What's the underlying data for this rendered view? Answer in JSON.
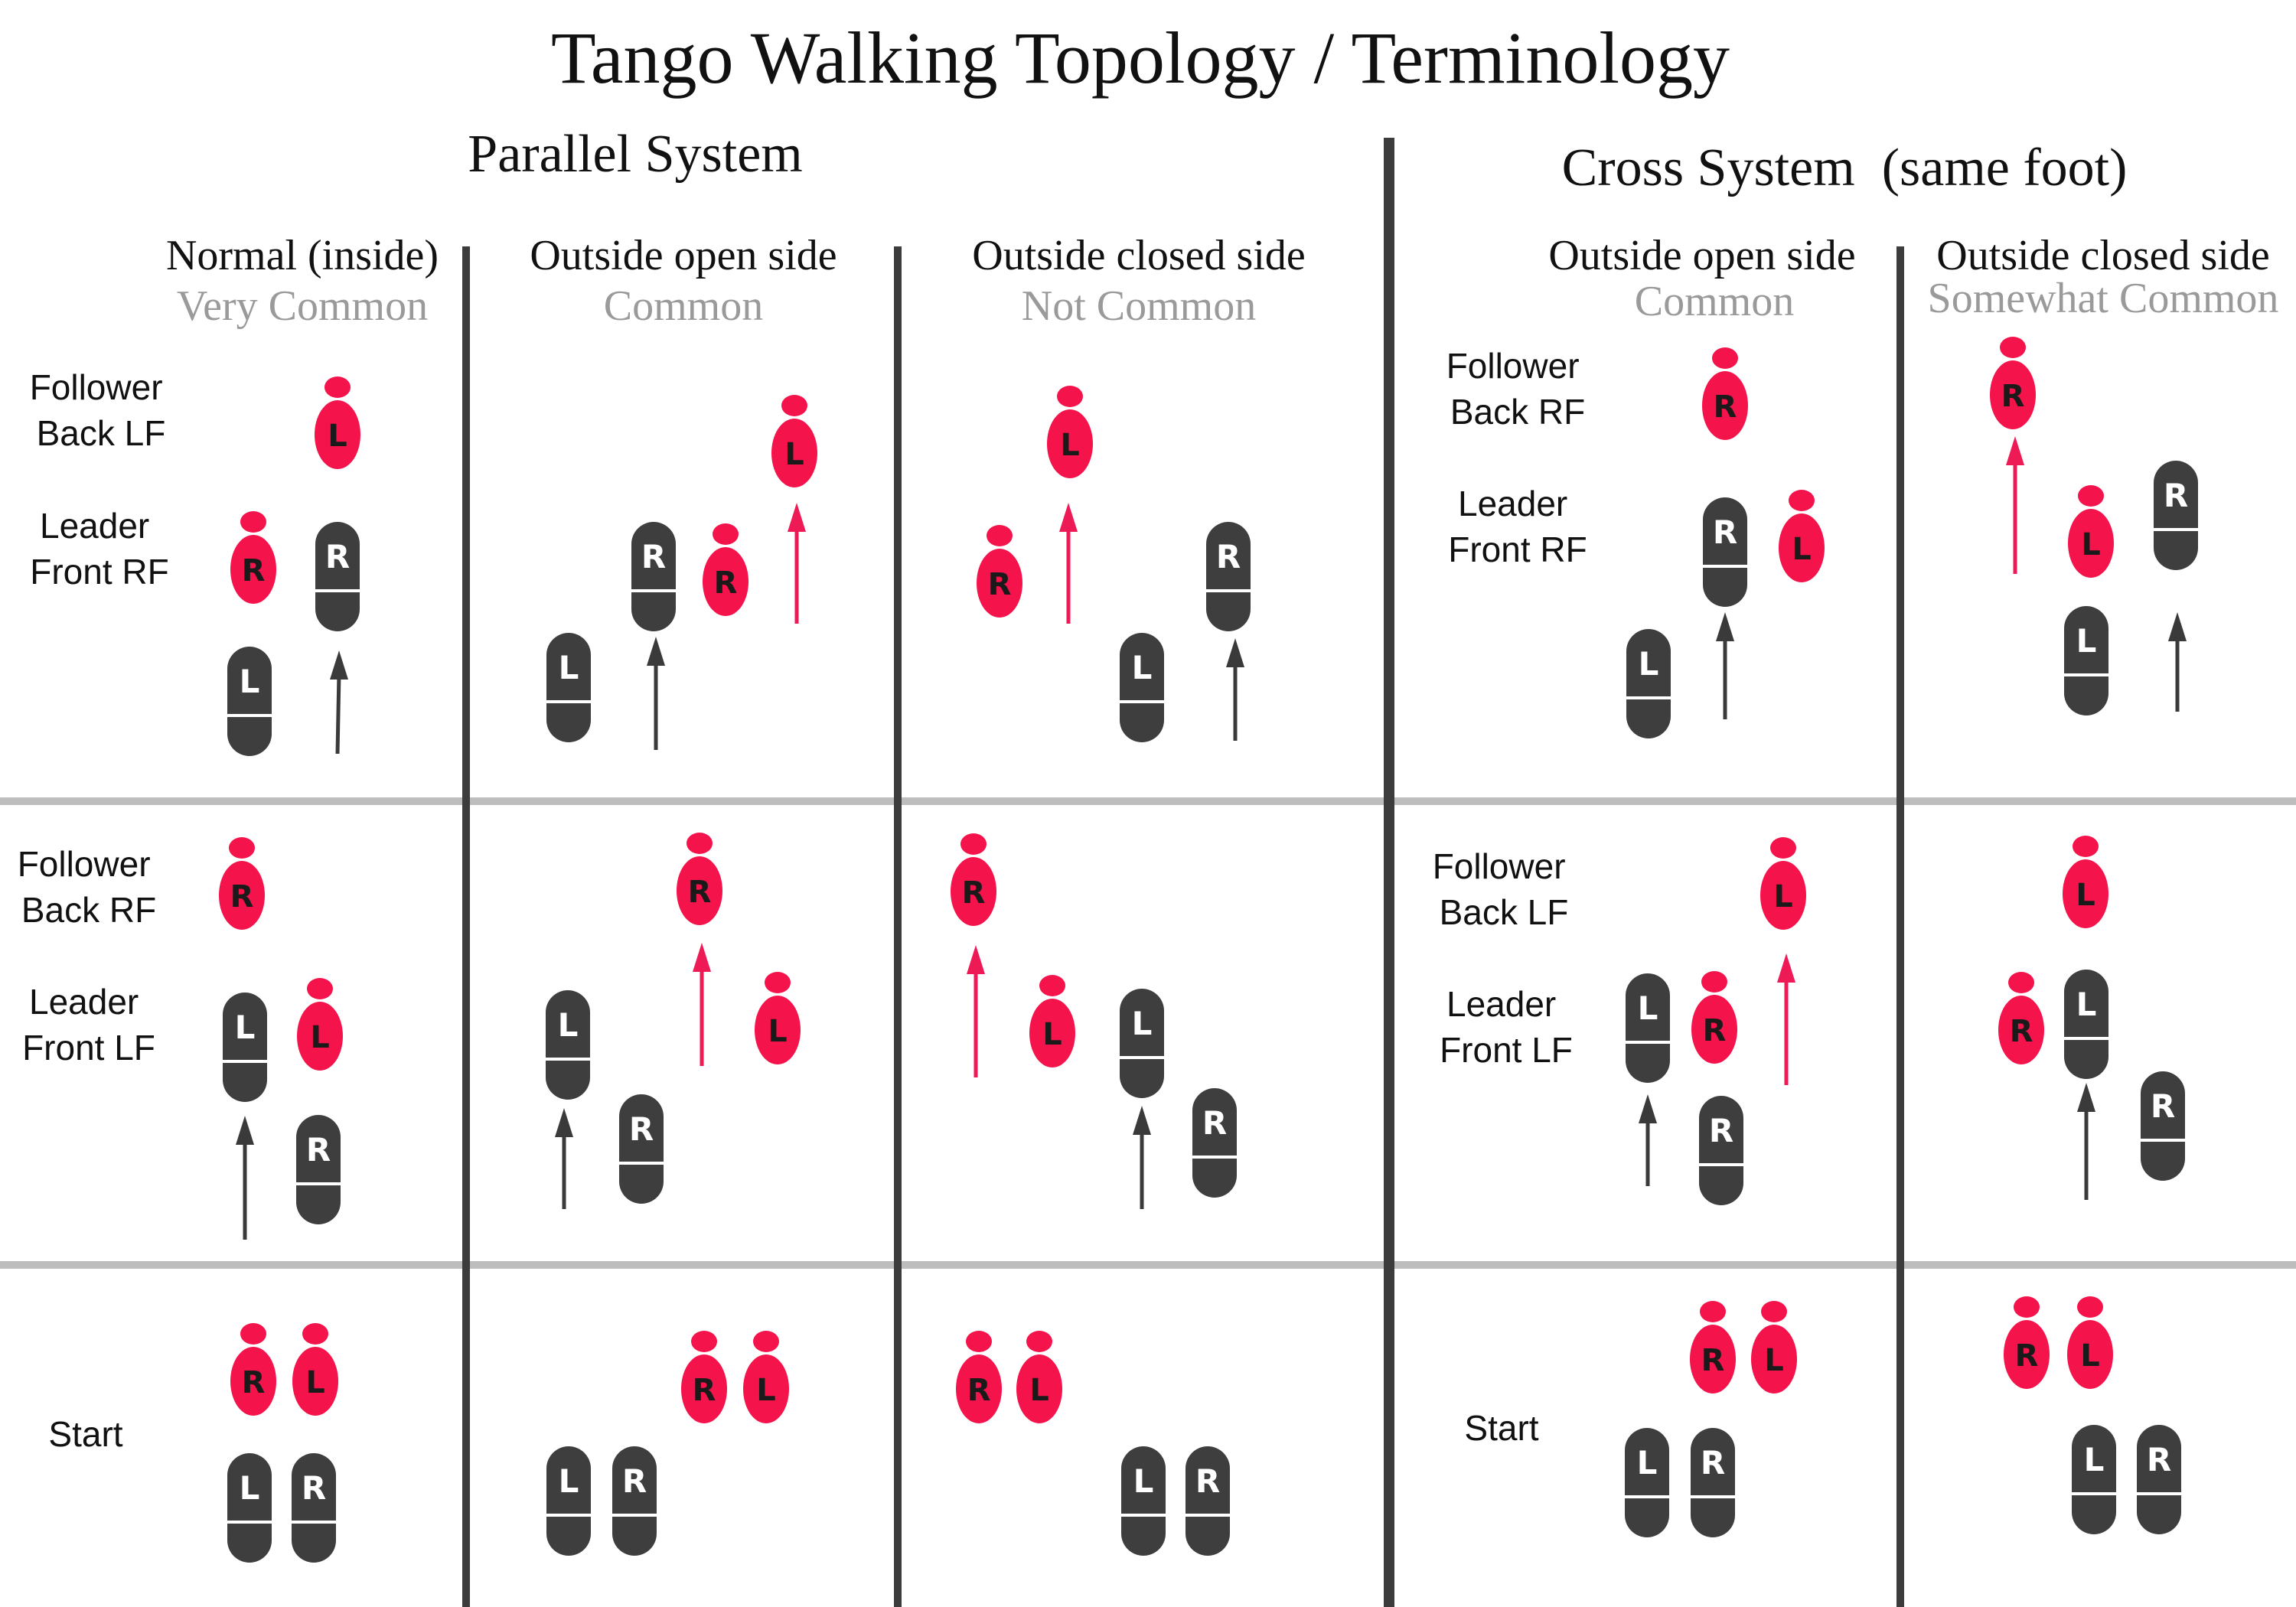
{
  "title": "Tango Walking Topology / Terminology",
  "colors": {
    "leader": "#3e3e3e",
    "leader_toe": "#4a4a4a",
    "follower": "#f5134b",
    "arrow_leader": "#3a3a3a",
    "arrow_follower": "#ee1a55",
    "divider": "#3c3c3c",
    "row_divider": "#bdbdbd",
    "subtitle_gray": "#9a9a9a"
  },
  "systems": [
    {
      "id": "parallel",
      "label": "Parallel System"
    },
    {
      "id": "cross",
      "label": "Cross System  (same foot)"
    }
  ],
  "columns": [
    {
      "id": "normal",
      "title": "Normal (inside)",
      "frequency": "Very Common"
    },
    {
      "id": "par-open",
      "title": "Outside open side",
      "frequency": "Common"
    },
    {
      "id": "par-closed",
      "title": "Outside closed side",
      "frequency": "Not Common"
    },
    {
      "id": "cross-open",
      "title": "Outside open side",
      "frequency": "Common"
    },
    {
      "id": "cross-closed",
      "title": "Outside closed side",
      "frequency": "Somewhat Common"
    }
  ],
  "row_labels": {
    "row1_parallel": {
      "follower": [
        "Follower",
        "Back LF"
      ],
      "leader": [
        "Leader",
        "Front RF"
      ]
    },
    "row1_cross": {
      "follower": [
        "Follower",
        "Back RF"
      ],
      "leader": [
        "Leader",
        "Front RF"
      ]
    },
    "row2_parallel": {
      "follower": [
        "Follower",
        "Back RF"
      ],
      "leader": [
        "Leader",
        "Front LF"
      ]
    },
    "row2_cross": {
      "follower": [
        "Follower",
        "Back LF"
      ],
      "leader": [
        "Leader",
        "Front LF"
      ]
    },
    "start": "Start"
  },
  "feet": [
    {
      "col": "normal",
      "row": 1,
      "role": "follower",
      "letter": "L"
    },
    {
      "col": "normal",
      "row": 1,
      "role": "follower",
      "letter": "R"
    },
    {
      "col": "normal",
      "row": 1,
      "role": "leader",
      "letter": "R"
    },
    {
      "col": "normal",
      "row": 1,
      "role": "leader",
      "letter": "L"
    },
    {
      "col": "par-open",
      "row": 1,
      "role": "follower",
      "letter": "L"
    },
    {
      "col": "par-open",
      "row": 1,
      "role": "follower",
      "letter": "R"
    },
    {
      "col": "par-open",
      "row": 1,
      "role": "leader",
      "letter": "R"
    },
    {
      "col": "par-open",
      "row": 1,
      "role": "leader",
      "letter": "L"
    },
    {
      "col": "par-closed",
      "row": 1,
      "role": "follower",
      "letter": "L"
    },
    {
      "col": "par-closed",
      "row": 1,
      "role": "follower",
      "letter": "R"
    },
    {
      "col": "par-closed",
      "row": 1,
      "role": "leader",
      "letter": "R"
    },
    {
      "col": "par-closed",
      "row": 1,
      "role": "leader",
      "letter": "L"
    },
    {
      "col": "cross-open",
      "row": 1,
      "role": "follower",
      "letter": "R"
    },
    {
      "col": "cross-open",
      "row": 1,
      "role": "follower",
      "letter": "L"
    },
    {
      "col": "cross-open",
      "row": 1,
      "role": "leader",
      "letter": "R"
    },
    {
      "col": "cross-open",
      "row": 1,
      "role": "leader",
      "letter": "L"
    },
    {
      "col": "cross-closed",
      "row": 1,
      "role": "follower",
      "letter": "R"
    },
    {
      "col": "cross-closed",
      "row": 1,
      "role": "follower",
      "letter": "L"
    },
    {
      "col": "cross-closed",
      "row": 1,
      "role": "leader",
      "letter": "R"
    },
    {
      "col": "cross-closed",
      "row": 1,
      "role": "leader",
      "letter": "L"
    },
    {
      "col": "normal",
      "row": 2,
      "role": "follower",
      "letter": "R"
    },
    {
      "col": "normal",
      "row": 2,
      "role": "follower",
      "letter": "L"
    },
    {
      "col": "normal",
      "row": 2,
      "role": "leader",
      "letter": "L"
    },
    {
      "col": "normal",
      "row": 2,
      "role": "leader",
      "letter": "R"
    },
    {
      "col": "par-open",
      "row": 2,
      "role": "follower",
      "letter": "R"
    },
    {
      "col": "par-open",
      "row": 2,
      "role": "follower",
      "letter": "L"
    },
    {
      "col": "par-open",
      "row": 2,
      "role": "leader",
      "letter": "L"
    },
    {
      "col": "par-open",
      "row": 2,
      "role": "leader",
      "letter": "R"
    },
    {
      "col": "par-closed",
      "row": 2,
      "role": "follower",
      "letter": "R"
    },
    {
      "col": "par-closed",
      "row": 2,
      "role": "follower",
      "letter": "L"
    },
    {
      "col": "par-closed",
      "row": 2,
      "role": "leader",
      "letter": "L"
    },
    {
      "col": "par-closed",
      "row": 2,
      "role": "leader",
      "letter": "R"
    },
    {
      "col": "cross-open",
      "row": 2,
      "role": "follower",
      "letter": "L"
    },
    {
      "col": "cross-open",
      "row": 2,
      "role": "follower",
      "letter": "R"
    },
    {
      "col": "cross-open",
      "row": 2,
      "role": "leader",
      "letter": "L"
    },
    {
      "col": "cross-open",
      "row": 2,
      "role": "leader",
      "letter": "R"
    },
    {
      "col": "cross-closed",
      "row": 2,
      "role": "follower",
      "letter": "L"
    },
    {
      "col": "cross-closed",
      "row": 2,
      "role": "follower",
      "letter": "R"
    },
    {
      "col": "cross-closed",
      "row": 2,
      "role": "leader",
      "letter": "L"
    },
    {
      "col": "cross-closed",
      "row": 2,
      "role": "leader",
      "letter": "R"
    },
    {
      "col": "normal",
      "row": 3,
      "role": "follower",
      "letter": "R"
    },
    {
      "col": "normal",
      "row": 3,
      "role": "follower",
      "letter": "L"
    },
    {
      "col": "normal",
      "row": 3,
      "role": "leader",
      "letter": "L"
    },
    {
      "col": "normal",
      "row": 3,
      "role": "leader",
      "letter": "R"
    },
    {
      "col": "par-open",
      "row": 3,
      "role": "follower",
      "letter": "R"
    },
    {
      "col": "par-open",
      "row": 3,
      "role": "follower",
      "letter": "L"
    },
    {
      "col": "par-open",
      "row": 3,
      "role": "leader",
      "letter": "L"
    },
    {
      "col": "par-open",
      "row": 3,
      "role": "leader",
      "letter": "R"
    },
    {
      "col": "par-closed",
      "row": 3,
      "role": "follower",
      "letter": "R"
    },
    {
      "col": "par-closed",
      "row": 3,
      "role": "follower",
      "letter": "L"
    },
    {
      "col": "par-closed",
      "row": 3,
      "role": "leader",
      "letter": "L"
    },
    {
      "col": "par-closed",
      "row": 3,
      "role": "leader",
      "letter": "R"
    },
    {
      "col": "cross-open",
      "row": 3,
      "role": "follower",
      "letter": "R"
    },
    {
      "col": "cross-open",
      "row": 3,
      "role": "follower",
      "letter": "L"
    },
    {
      "col": "cross-open",
      "row": 3,
      "role": "leader",
      "letter": "L"
    },
    {
      "col": "cross-open",
      "row": 3,
      "role": "leader",
      "letter": "R"
    },
    {
      "col": "cross-closed",
      "row": 3,
      "role": "follower",
      "letter": "R"
    },
    {
      "col": "cross-closed",
      "row": 3,
      "role": "follower",
      "letter": "L"
    },
    {
      "col": "cross-closed",
      "row": 3,
      "role": "leader",
      "letter": "L"
    },
    {
      "col": "cross-closed",
      "row": 3,
      "role": "leader",
      "letter": "R"
    }
  ]
}
